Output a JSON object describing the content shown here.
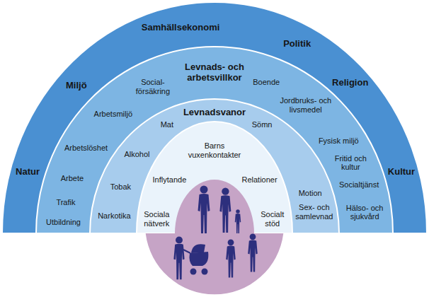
{
  "diagram": {
    "nodes": [
      {
        "text": [
          "Samhällsekonomi",
          "Politik",
          "Miljö",
          "Religion",
          "Natur",
          "Kultur"
        ]
      },
      {
        "text": [
          "Levnads- och arbetsvillkor",
          "Social- försäkring",
          "Boende",
          "Arbetsmiljö",
          "Jordbruks- och livsmedel",
          "Arbetslöshet",
          "Fysisk miljö",
          "Arbete",
          "Fritid och kultur",
          "Trafik",
          "Socialtjänst",
          "Utbildning",
          "Hälso- och sjukvård"
        ],
        "in": 0
      },
      {
        "text": [
          "Levnadsvanor",
          "Mat",
          "Sömn",
          "Alkohol",
          "Sex- och samlevnad",
          "Tobak",
          "Narkotika",
          "Motion"
        ],
        "in": 1
      },
      {
        "text": [
          "Barns vuxenkontakter",
          "Inflytande",
          "Relationer",
          "Sociala nätverk",
          "Socialt stöd"
        ],
        "in": 2
      }
    ]
  }
}
